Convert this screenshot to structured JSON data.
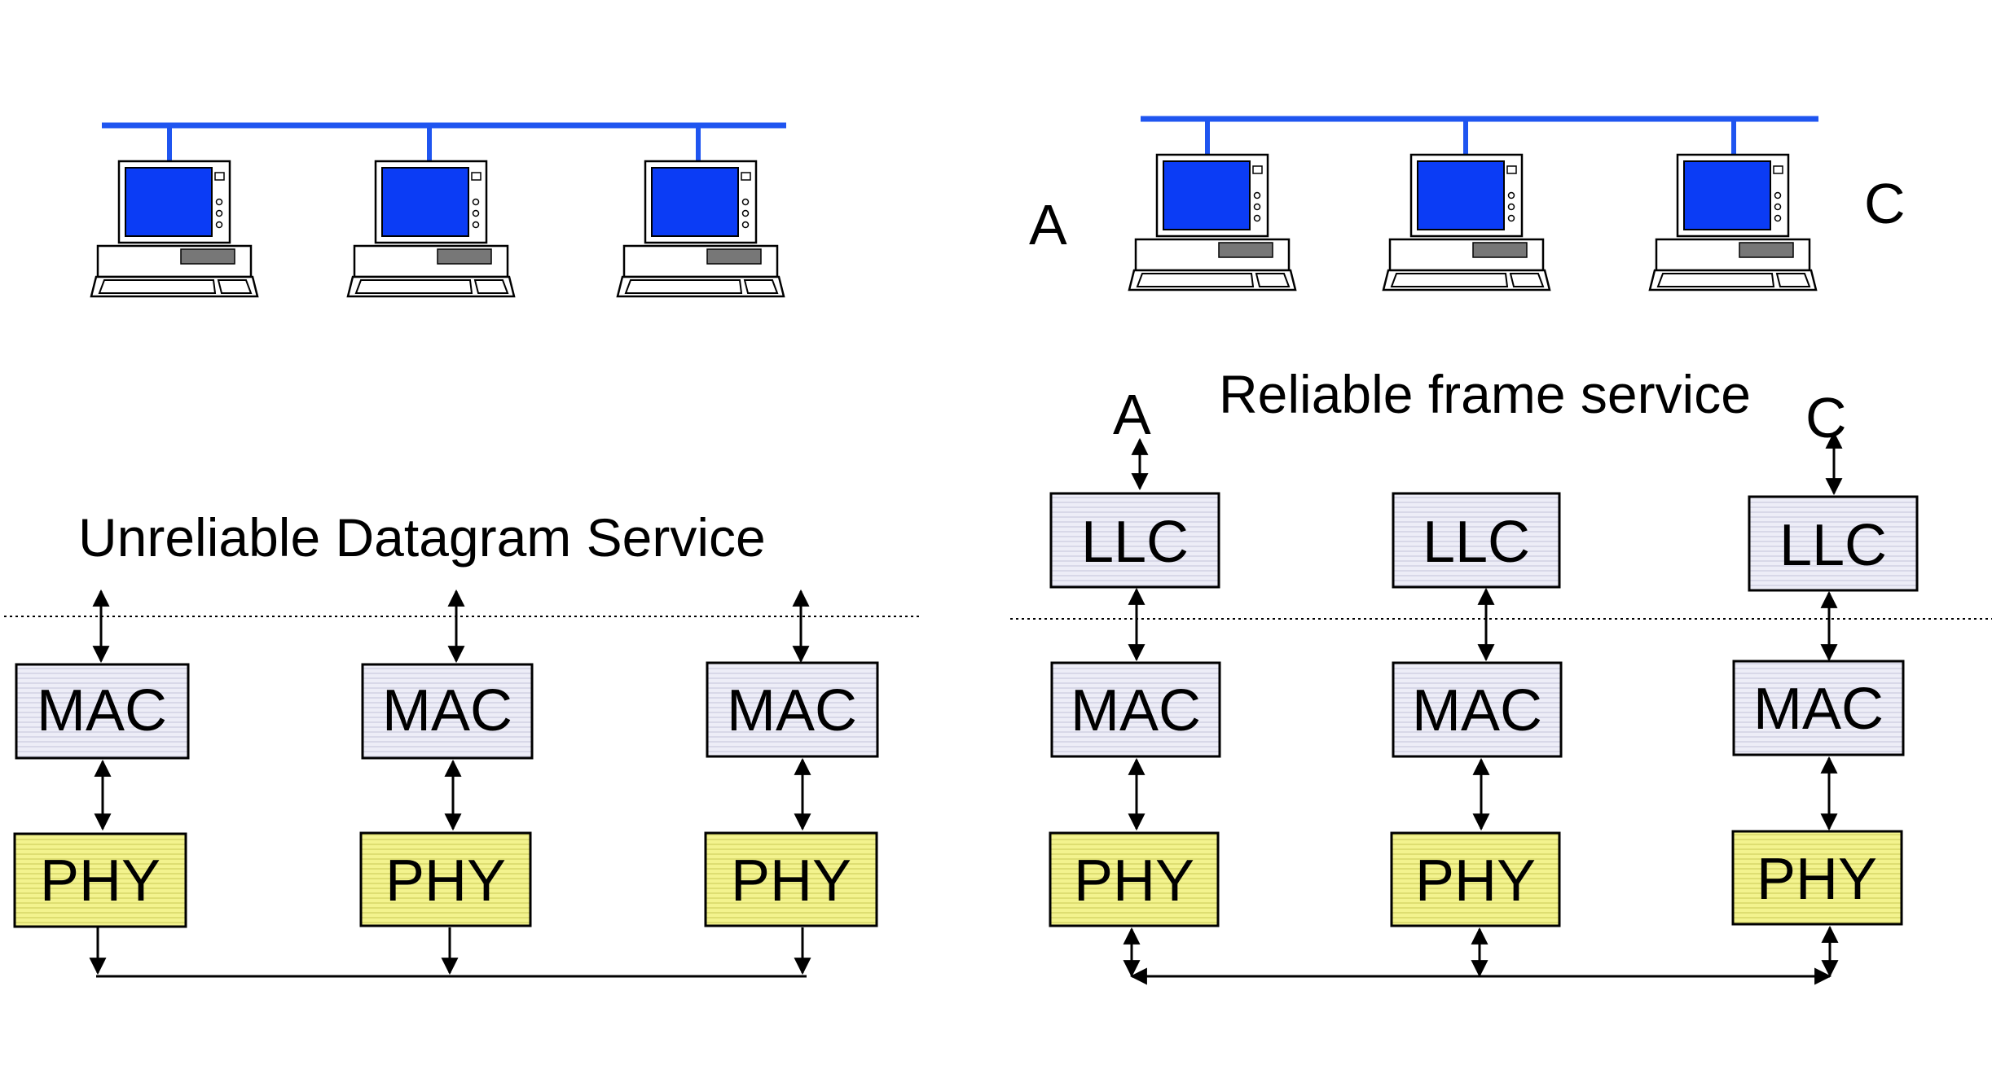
{
  "colors": {
    "bus": "#1f55f0",
    "screen": "#0b3cf5",
    "mac_box": "#ececf8",
    "llc_box": "#e8e8f6",
    "phy_box": "#f0f08a",
    "stroke": "#000000"
  },
  "left_panel": {
    "service_label": "Unreliable Datagram Service",
    "layers": {
      "mac": [
        "MAC",
        "MAC",
        "MAC"
      ],
      "phy": [
        "PHY",
        "PHY",
        "PHY"
      ]
    },
    "computer_icons": [
      "computer-icon",
      "computer-icon",
      "computer-icon"
    ]
  },
  "right_panel": {
    "station_a": "A",
    "station_c": "C",
    "service_label": "Reliable frame service",
    "endpoint_a": "A",
    "endpoint_c": "C",
    "layers": {
      "llc": [
        "LLC",
        "LLC",
        "LLC"
      ],
      "mac": [
        "MAC",
        "MAC",
        "MAC"
      ],
      "phy": [
        "PHY",
        "PHY",
        "PHY"
      ]
    },
    "computer_icons": [
      "computer-icon",
      "computer-icon",
      "computer-icon"
    ]
  }
}
